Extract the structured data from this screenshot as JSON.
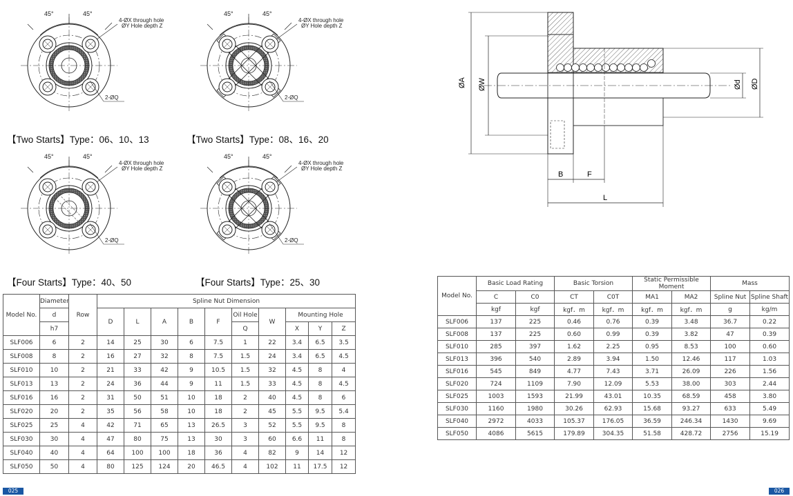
{
  "flange_diagrams": {
    "angle": "45°",
    "hole_label_1": "4-ØX through hole",
    "hole_label_2": "ØY Hole depth Z",
    "oil_label": "2-ØQ",
    "captions": [
      "【Two Starts】Type：06、10、13",
      "【Two Starts】Type：08、16、20",
      "【Four Starts】Type：40、50",
      "【Four Starts】Type：25、30"
    ]
  },
  "section_diagram": {
    "labels": {
      "A": "ØA",
      "W": "ØW",
      "d": "Ød",
      "D": "ØD",
      "B": "B",
      "F": "F",
      "L": "L"
    }
  },
  "dimension_table": {
    "header": {
      "model": "Model No.",
      "diameter": "Diameter",
      "d": "d",
      "h7": "h7",
      "row": "Row",
      "nut_dimension": "Spline Nut Dimension",
      "D": "D",
      "L": "L",
      "A": "A",
      "B": "B",
      "F": "F",
      "oil_hole": "Oil Hole",
      "Q": "Q",
      "W": "W",
      "mounting": "Mounting Hole",
      "X": "X",
      "Y": "Y",
      "Z": "Z"
    },
    "rows": [
      [
        "SLF006",
        "6",
        "2",
        "14",
        "25",
        "30",
        "6",
        "7.5",
        "1",
        "22",
        "3.4",
        "6.5",
        "3.5"
      ],
      [
        "SLF008",
        "8",
        "2",
        "16",
        "27",
        "32",
        "8",
        "7.5",
        "1.5",
        "24",
        "3.4",
        "6.5",
        "4.5"
      ],
      [
        "SLF010",
        "10",
        "2",
        "21",
        "33",
        "42",
        "9",
        "10.5",
        "1.5",
        "32",
        "4.5",
        "8",
        "4"
      ],
      [
        "SLF013",
        "13",
        "2",
        "24",
        "36",
        "44",
        "9",
        "11",
        "1.5",
        "33",
        "4.5",
        "8",
        "4.5"
      ],
      [
        "SLF016",
        "16",
        "2",
        "31",
        "50",
        "51",
        "10",
        "18",
        "2",
        "40",
        "4.5",
        "8",
        "6"
      ],
      [
        "SLF020",
        "20",
        "2",
        "35",
        "56",
        "58",
        "10",
        "18",
        "2",
        "45",
        "5.5",
        "9.5",
        "5.4"
      ],
      [
        "SLF025",
        "25",
        "4",
        "42",
        "71",
        "65",
        "13",
        "26.5",
        "3",
        "52",
        "5.5",
        "9.5",
        "8"
      ],
      [
        "SLF030",
        "30",
        "4",
        "47",
        "80",
        "75",
        "13",
        "30",
        "3",
        "60",
        "6.6",
        "11",
        "8"
      ],
      [
        "SLF040",
        "40",
        "4",
        "64",
        "100",
        "100",
        "18",
        "36",
        "4",
        "82",
        "9",
        "14",
        "12"
      ],
      [
        "SLF050",
        "50",
        "4",
        "80",
        "125",
        "124",
        "20",
        "46.5",
        "4",
        "102",
        "11",
        "17.5",
        "12"
      ]
    ]
  },
  "rating_table": {
    "header": {
      "model": "Model No.",
      "load": "Basic Load Rating",
      "torsion": "Basic Torsion",
      "moment": "Static Permissible Moment",
      "mass": "Mass",
      "C": "C",
      "C0": "C0",
      "CT": "CT",
      "C0T": "C0T",
      "MA1": "MA1",
      "MA2": "MA2",
      "spline_nut": "Spline Nut",
      "spline_shaft": "Spline Shaft",
      "u_kgf": "kgf",
      "u_kgf2": "kgf",
      "u_kgfm1": "kgf．m",
      "u_kgfm2": "kgf．m",
      "u_kgfm3": "kgf．m",
      "u_kgfm4": "kgf．m",
      "u_g": "g",
      "u_kgm": "kg/m"
    },
    "rows": [
      [
        "SLF006",
        "137",
        "225",
        "0.46",
        "0.76",
        "0.39",
        "3.48",
        "36.7",
        "0.22"
      ],
      [
        "SLF008",
        "137",
        "225",
        "0.60",
        "0.99",
        "0.39",
        "3.82",
        "47",
        "0.39"
      ],
      [
        "SLF010",
        "285",
        "397",
        "1.62",
        "2.25",
        "0.95",
        "8.53",
        "100",
        "0.60"
      ],
      [
        "SLF013",
        "396",
        "540",
        "2.89",
        "3.94",
        "1.50",
        "12.46",
        "117",
        "1.03"
      ],
      [
        "SLF016",
        "545",
        "849",
        "4.77",
        "7.43",
        "3.71",
        "26.09",
        "226",
        "1.56"
      ],
      [
        "SLF020",
        "724",
        "1109",
        "7.90",
        "12.09",
        "5.53",
        "38.00",
        "303",
        "2.44"
      ],
      [
        "SLF025",
        "1003",
        "1593",
        "21.99",
        "43.01",
        "10.35",
        "68.59",
        "458",
        "3.80"
      ],
      [
        "SLF030",
        "1160",
        "1980",
        "30.26",
        "62.93",
        "15.68",
        "93.27",
        "633",
        "5.49"
      ],
      [
        "SLF040",
        "2972",
        "4033",
        "105.37",
        "176.05",
        "36.59",
        "246.34",
        "1430",
        "9.69"
      ],
      [
        "SLF050",
        "4086",
        "5615",
        "179.89",
        "304.35",
        "51.58",
        "428.72",
        "2756",
        "15.19"
      ]
    ]
  },
  "pages": {
    "left": "025",
    "right": "026"
  }
}
